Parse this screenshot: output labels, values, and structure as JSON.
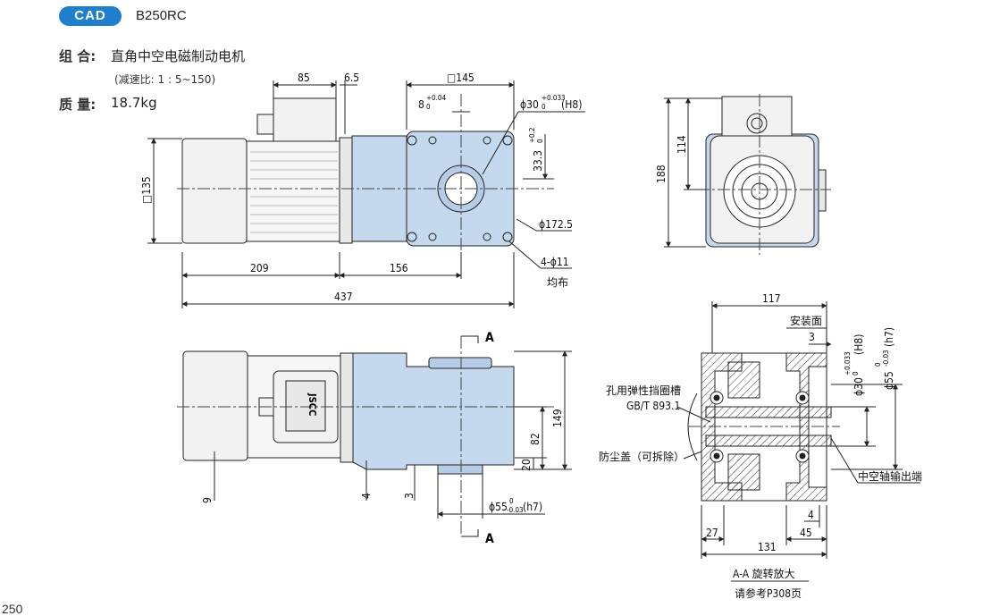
{
  "header": {
    "badge": "CAD",
    "model": "B250RC"
  },
  "specs": {
    "combo_label": "组 合:",
    "combo_value": "直角中空电磁制动电机",
    "ratio_note": "(减速比: 1 : 5~150)",
    "mass_label": "质 量:",
    "mass_value": "18.7kg"
  },
  "top_view": {
    "dims": {
      "d85": "85",
      "d6_5": "6.5",
      "sq145": "□145",
      "key8": "8",
      "key8_tol_top": "+0.04",
      "key8_tol_bot": "0",
      "bore30": "ϕ30",
      "bore30_tol_top": "+0.033",
      "bore30_tol_bot": "0",
      "bore30_fit": "(H8)",
      "h33_3": "33.3",
      "h33_3_tol_top": "+0.2",
      "h33_3_tol_bot": "0",
      "sq135": "□135",
      "pcd172_5": "ϕ172.5",
      "holes": "4-ϕ11",
      "holes_note": "均布",
      "d209": "209",
      "d156": "156",
      "d437": "437"
    }
  },
  "side_view": {
    "dims": {
      "d114": "114",
      "d188": "188"
    }
  },
  "front_view": {
    "section_mark": "A",
    "brand": "JSCC",
    "dims": {
      "d149": "149",
      "d82": "82",
      "d20": "20",
      "d9": "9",
      "d4": "4",
      "d3": "3",
      "shaft55": "ϕ55",
      "shaft55_tol_top": "0",
      "shaft55_tol_bot": "-0.03",
      "shaft55_fit": "(h7)"
    }
  },
  "section_view": {
    "labels": {
      "mount_face": "安装面",
      "circlip": "孔用弹性挡圈槽",
      "circlip_std": "GB/T 893.1",
      "dust_cap": "防尘盖（可拆除）",
      "hollow_out": "中空轴输出端",
      "title": "A-A 旋转放大",
      "ref": "请参考P308页"
    },
    "dims": {
      "d117": "117",
      "d3": "3",
      "bore30": "ϕ30",
      "bore30_tol_top": "+0.033",
      "bore30_tol_bot": "0",
      "bore30_fit": "(H8)",
      "od55": "ϕ55",
      "od55_tol_top": "0",
      "od55_tol_bot": "-0.03",
      "od55_fit": "(h7)",
      "d4": "4",
      "d27": "27",
      "d45": "45",
      "d131": "131"
    }
  },
  "colors": {
    "accent": "#1f7fcf",
    "body_fill": "#c5d9ee",
    "motor_fill": "#f2f2f2",
    "line": "#222222"
  },
  "footer": {
    "page_number": "250"
  }
}
